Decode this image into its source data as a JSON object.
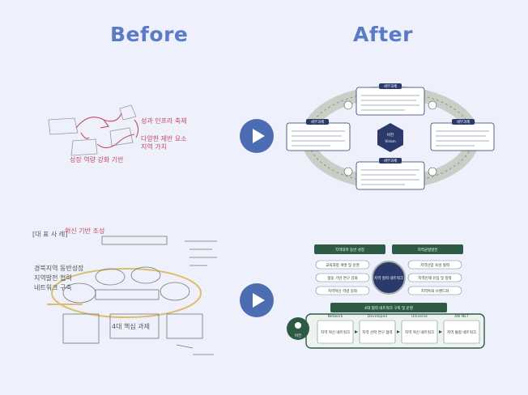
{
  "headings": {
    "before": "Before",
    "after": "After"
  },
  "sketch_top": {
    "notes": [
      "성과 인프라 축제",
      "다양한 제반 요소",
      "성장 역량 강화 기반",
      "지역 가치"
    ]
  },
  "sketch_bottom": {
    "title": "[대 표 사 례]",
    "notes": [
      "경북지역 동반성장",
      "지역발전 협력",
      "네트워크 구축",
      "4대 핵심 과제",
      "혁신 기반 조성"
    ]
  },
  "diagram_top": {
    "center_label": "비전",
    "center_sub": "Vision",
    "box_tags": [
      "세부과제",
      "세부과제",
      "세부과제",
      "세부과제"
    ]
  },
  "diagram_bottom": {
    "header_left": "지역대학 동반 성장",
    "header_right": "지역균형발전",
    "center_label": "지역 협력 네트워크",
    "left_items": [
      "교육과정 개발 및 운영",
      "협동 기반 연구 강화",
      "지역혁신 역량 강화"
    ],
    "right_items": [
      "지역산업 육성 협력",
      "지역인재 유입 및 정착",
      "지역특화 브랜드화"
    ],
    "band_title": "4대 협력 네트워크 구축 및 운영",
    "vision_label": "비전",
    "band_items": [
      {
        "title": "Network",
        "sub": "지역 혁신 네트워크"
      },
      {
        "title": "Developed",
        "sub": "지역 산학 연구 협력"
      },
      {
        "title": "Universe",
        "sub": "지역 혁신 네트워크"
      },
      {
        "title": "4W NET",
        "sub": "지역 통합 네트워크"
      }
    ]
  },
  "colors": {
    "accent": "#5b7bc4",
    "play_button": "#4d6db3",
    "diagram_green": "#2f5b45",
    "diagram_navy": "#2c3a6b",
    "sketch_red": "#c24a6a"
  }
}
